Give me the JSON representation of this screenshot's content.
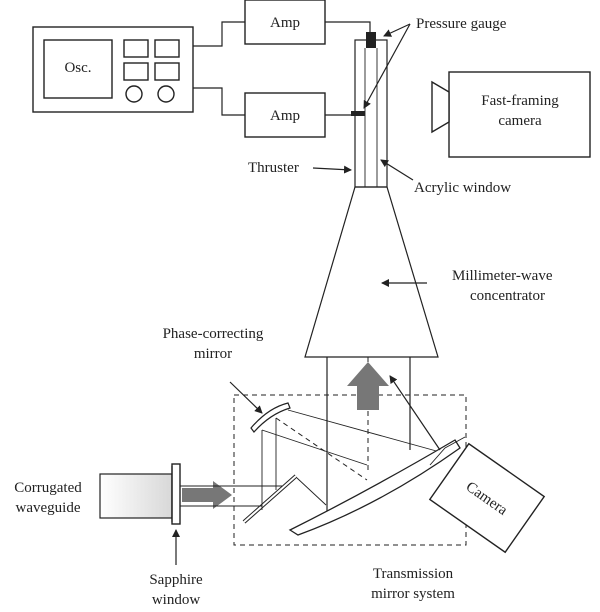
{
  "labels": {
    "osc": "Osc.",
    "amp_top": "Amp",
    "amp_bottom": "Amp",
    "pressure_gauge": "Pressure gauge",
    "fast_camera_1": "Fast-framing",
    "fast_camera_2": "camera",
    "thruster": "Thruster",
    "acrylic_window": "Acrylic window",
    "concentrator_1": "Millimeter-wave",
    "concentrator_2": "concentrator",
    "phase_mirror_1": "Phase-correcting",
    "phase_mirror_2": "mirror",
    "waveguide_1": "Corrugated",
    "waveguide_2": "waveguide",
    "sapphire_1": "Sapphire",
    "sapphire_2": "window",
    "camera": "Camera",
    "transmission_1": "Transmission",
    "transmission_2": "mirror system"
  },
  "colors": {
    "line": "#222222",
    "beam_arrow": "#777777",
    "waveguide_fill": "#e6e6e6"
  }
}
